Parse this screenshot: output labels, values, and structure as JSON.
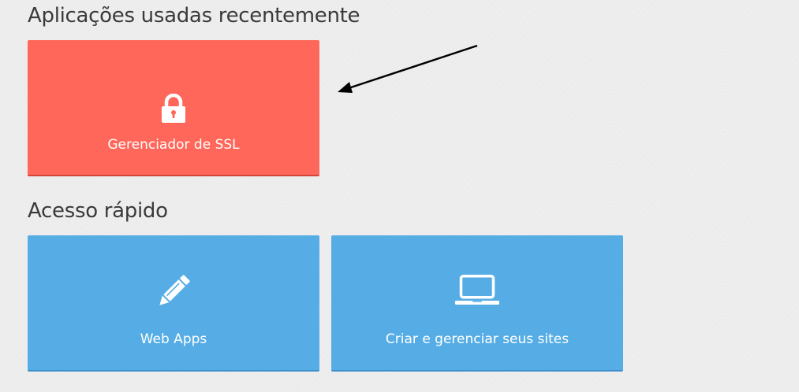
{
  "sections": {
    "recent": {
      "title": "Aplicações usadas recentemente",
      "tiles": [
        {
          "label": "Gerenciador de SSL",
          "icon": "lock-icon",
          "color": "#ff675a"
        }
      ]
    },
    "quick_access": {
      "title": "Acesso rápido",
      "tiles": [
        {
          "label": "Web Apps",
          "icon": "pencil-icon",
          "color": "#56ade5"
        },
        {
          "label": "Criar e gerenciar seus sites",
          "icon": "laptop-icon",
          "color": "#56ade5"
        }
      ]
    }
  },
  "annotation": {
    "icon": "arrow-icon",
    "color": "#000000"
  }
}
